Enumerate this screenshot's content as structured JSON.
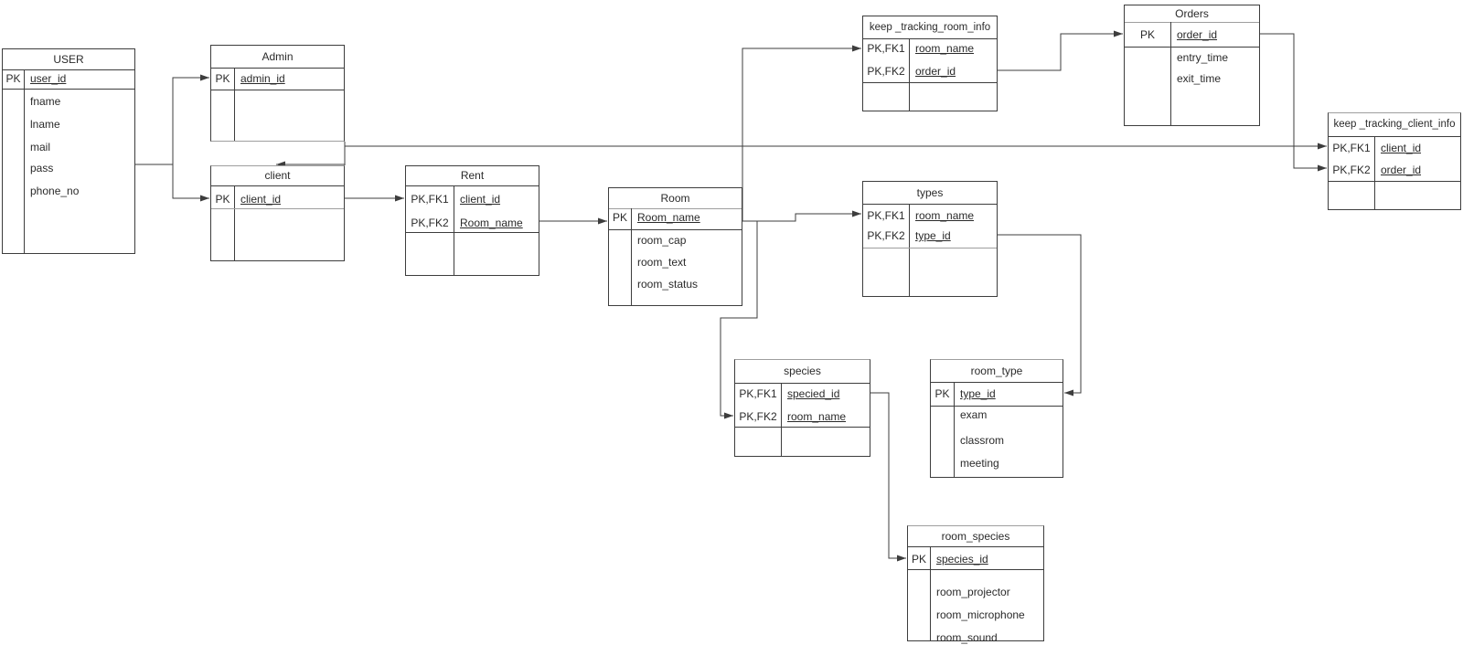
{
  "tables": {
    "user": {
      "title": "USER",
      "keys": [
        {
          "k": "PK",
          "f": "user_id"
        }
      ],
      "attrs": [
        "fname",
        "lname",
        "mail",
        "pass",
        "phone_no"
      ]
    },
    "admin": {
      "title": "Admin",
      "keys": [
        {
          "k": "PK",
          "f": "admin_id"
        }
      ],
      "attrs": []
    },
    "client": {
      "title": "client",
      "keys": [
        {
          "k": "PK",
          "f": "client_id"
        }
      ],
      "attrs": []
    },
    "rent": {
      "title": "Rent",
      "keys": [
        {
          "k": "PK,FK1",
          "f": "client_id"
        },
        {
          "k": "PK,FK2",
          "f": "Room_name"
        }
      ],
      "attrs": []
    },
    "room": {
      "title": "Room",
      "keys": [
        {
          "k": "PK",
          "f": "Room_name"
        }
      ],
      "attrs": [
        "room_cap",
        "room_text",
        "room_status"
      ]
    },
    "ktri": {
      "title": "keep _tracking_room_info",
      "keys": [
        {
          "k": "PK,FK1",
          "f": "room_name"
        },
        {
          "k": "PK,FK2",
          "f": "order_id"
        }
      ],
      "attrs": []
    },
    "orders": {
      "title": "Orders",
      "keys": [
        {
          "k": "PK",
          "f": "order_id"
        }
      ],
      "attrs": [
        "entry_time",
        "exit_time"
      ]
    },
    "ktci": {
      "title": "keep _tracking_client_info",
      "keys": [
        {
          "k": "PK,FK1",
          "f": "client_id"
        },
        {
          "k": "PK,FK2",
          "f": "order_id"
        }
      ],
      "attrs": []
    },
    "types": {
      "title": "types",
      "keys": [
        {
          "k": "PK,FK1",
          "f": "room_name"
        },
        {
          "k": "PK,FK2",
          "f": "type_id"
        }
      ],
      "attrs": []
    },
    "species": {
      "title": "species",
      "keys": [
        {
          "k": "PK,FK1",
          "f": "specied_id"
        },
        {
          "k": "PK,FK2",
          "f": "room_name"
        }
      ],
      "attrs": []
    },
    "room_type": {
      "title": "room_type",
      "keys": [
        {
          "k": "PK",
          "f": "type_id"
        }
      ],
      "attrs": [
        "exam",
        "classrom",
        "meeting"
      ]
    },
    "room_species": {
      "title": "room_species",
      "keys": [
        {
          "k": "PK",
          "f": "species_id"
        }
      ],
      "attrs": [
        "room_projector",
        "room_microphone",
        "room_sound"
      ]
    }
  },
  "relations": [
    {
      "from": "USER",
      "to": "Admin.admin_id"
    },
    {
      "from": "USER",
      "to": "client.client_id"
    },
    {
      "from": "client.client_id",
      "to": "Rent.client_id"
    },
    {
      "from": "Rent.Room_name",
      "to": "Room.Room_name"
    },
    {
      "from": "Room.Room_name",
      "to": "keep _tracking_room_info.room_name"
    },
    {
      "from": "Room.Room_name",
      "to": "types.room_name"
    },
    {
      "from": "Room.Room_name",
      "to": "species.room_name"
    },
    {
      "from": "keep _tracking_room_info.order_id",
      "to": "Orders.order_id"
    },
    {
      "from": "Orders.order_id",
      "to": "keep _tracking_client_info.order_id"
    },
    {
      "from": "client",
      "to": "keep _tracking_client_info.client_id"
    },
    {
      "from": "types.type_id",
      "to": "room_type.type_id"
    },
    {
      "from": "species.specied_id",
      "to": "room_species.species_id"
    }
  ],
  "colors": {
    "line": "#3d3d3d",
    "line_light": "#9e9e9e",
    "text": "#2a2a2a",
    "background": "#ffffff"
  }
}
